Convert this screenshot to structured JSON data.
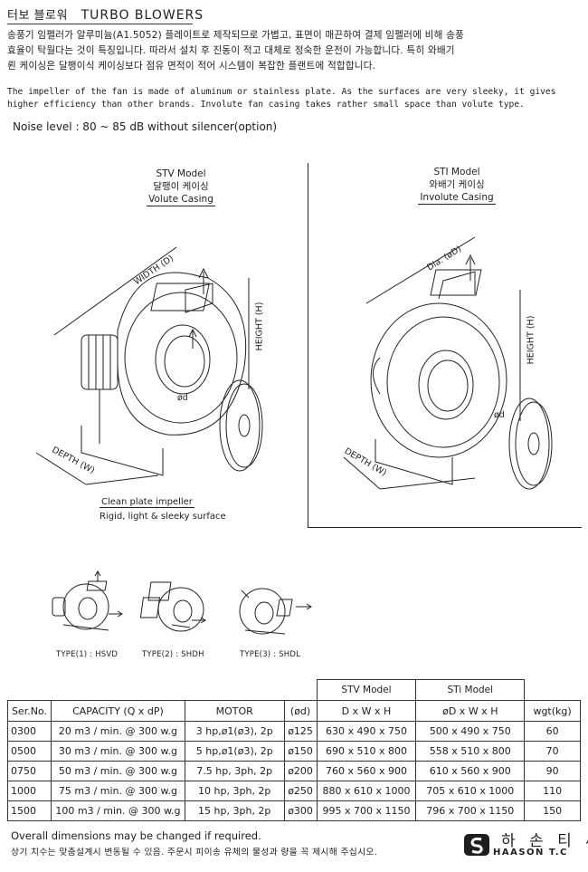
{
  "header": {
    "title_ko": "터보 블로워",
    "title_en": "TURBO BLOWERS"
  },
  "description_ko": [
    "송풍기 임펠러가 알루미늄(A1.5052) 플레이트로 제작되므로 가볍고, 표면이 매끈하여 결제 임펠러에 비해 송풍",
    "효율이 탁월다는 것이 특징입니다.  따라서 설치 후 진동이 적고 대체로 정숙한 운전이 가능합니다. 특히 와배기",
    "뢴 케이싱은 달팽이식 케이싱보다 점유 면적이 적어 시스템이 복잡한 플랜트에 적합합니다."
  ],
  "description_en": [
    "The impeller of the fan is made of aluminum or stainless plate. As the surfaces are very sleeky, it gives",
    "higher efficiency than other brands. Involute fan casing takes rather small space than volute type."
  ],
  "noise_level": "Noise level : 80 ~ 85 dB without silencer(option)",
  "stv_diagram": {
    "model": "STV Model",
    "name_ko": "달팽이 케이싱",
    "name_en": "Volute Casing",
    "width_label": "WIDTH (D)",
    "height_label": "HEIGHT (H)",
    "depth_label": "DEPTH (W)",
    "dia_label": "ød",
    "impeller_caption_1": "Clean plate impeller",
    "impeller_caption_2": "Rigid, light & sleeky surface"
  },
  "sti_diagram": {
    "model": "STI Model",
    "name_ko": "와배기 케이싱",
    "name_en": "Involute Casing",
    "dia_label": "Dia. (øD)",
    "height_label": "HEIGHT (H)",
    "depth_label": "DEPTH (W)",
    "small_dia_label": "ød"
  },
  "types": [
    {
      "label": "TYPE(1) : HSVD"
    },
    {
      "label": "TYPE(2) : SHDH"
    },
    {
      "label": "TYPE(3) : SHDL"
    }
  ],
  "table": {
    "group_stv": "STV Model",
    "group_sti": "STi Model",
    "headers": [
      "Ser.No.",
      "CAPACITY (Q x dP)",
      "MOTOR",
      "(ød)",
      "D x W x H",
      "øD  x  W  x  H",
      "wgt(kg)"
    ],
    "rows": [
      [
        "0300",
        "20 m3 / min. @ 300 w.g",
        "3 hp,ø1(ø3), 2p",
        "ø125",
        "630 x 490 x 750",
        "500 x 490 x 750",
        "60"
      ],
      [
        "0500",
        "30 m3 / min. @ 300 w.g",
        "5 hp,ø1(ø3), 2p",
        "ø150",
        "690 x 510 x 800",
        "558 x 510 x 800",
        "70"
      ],
      [
        "0750",
        "50 m3 / min. @ 300 w.g",
        "7.5 hp, 3ph, 2p",
        "ø200",
        "760 x 560 x 900",
        "610 x 560 x 900",
        "90"
      ],
      [
        "1000",
        "75 m3 / min. @ 300 w.g",
        "10 hp, 3ph, 2p",
        "ø250",
        "880 x 610 x 1000",
        "705 x 610 x 1000",
        "110"
      ],
      [
        "1500",
        "100 m3 / min. @ 300 w.g",
        "15 hp, 3ph, 2p",
        "ø300",
        "995 x 700 x 1150",
        "796 x 700 x 1150",
        "150"
      ]
    ]
  },
  "footer": {
    "note_en": "Overall dimensions may be changed if required.",
    "note_ko": "상기 치수는 맞춤설계시 변동될 수 있음. 주문시 피이송 유체의 물성과 량을 꼭 제시해 주십시오.",
    "logo_ko": "하 손 티 씨",
    "logo_en": "HAASON T.C"
  }
}
